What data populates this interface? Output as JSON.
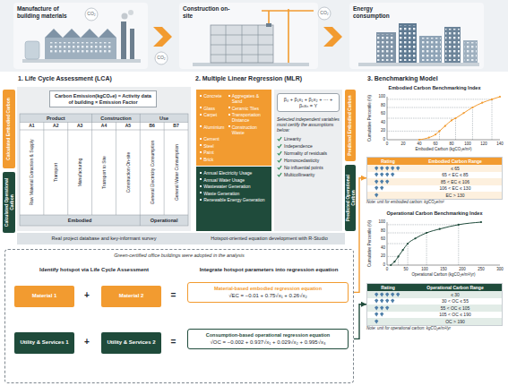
{
  "diagram": {
    "nodes": [
      {
        "text": [
          "Manufacture of building materials"
        ]
      },
      {
        "text": [
          "Construction on-site"
        ]
      },
      {
        "text": [
          "Energy consumption"
        ]
      },
      {
        "text": [
          "Calculated Embodied Carbon"
        ]
      },
      {
        "text": [
          "Calculated Operational Carbon"
        ]
      },
      {
        "text": [
          "Carbon Emission(kgCO₂e) = Activity data of building × Emission Factor"
        ]
      },
      {
        "text": [
          "Concrete",
          "Glass",
          "Carpet",
          "Aluminium",
          "Cement",
          "Steel",
          "Paint",
          "Brick",
          "Aggregates & Sand",
          "Ceramic Tiles",
          "Transportation Distance",
          "Construction Waste"
        ]
      },
      {
        "text": [
          "Annual Electricity Usage",
          "Annual Water Usage",
          "Wastewater Generation",
          "Waste Generation",
          "Renewable Energy Generation"
        ]
      },
      {
        "text": [
          "β₀ + β₁x₁ + β₂x₂ + ⋯ + βₙxₙ = Y",
          "Selected independent variables must certify the assumptions below:",
          "Linearity",
          "Independence",
          "Normality of residuals",
          "Homoscedasticity",
          "No influential points",
          "Multicollinearity"
        ]
      },
      {
        "text": [
          "Predicted Embodied Carbon"
        ]
      },
      {
        "text": [
          "Predicted Operational Carbon"
        ]
      },
      {
        "text": [
          "Embodied Carbon Benchmarking Index"
        ]
      },
      {
        "text": [
          "Rating",
          "Embodied Carbon Range",
          "≤ 65",
          "65 < EC ≤ 85",
          "85 < EC ≤ 106",
          "106 < EC ≤ 130",
          "EC > 130"
        ]
      },
      {
        "text": [
          "Operational Carbon Benchmarking Index"
        ]
      },
      {
        "text": [
          "Rating",
          "Operational Carbon Range",
          "≤ 30",
          "30 < OC ≤ 55",
          "55 < OC ≤ 105",
          "105 < OC ≤ 190",
          "OC > 190"
        ]
      },
      {
        "text": [
          "Green-certified office buildings were adopted in the analysis"
        ]
      },
      {
        "text": [
          "Material 1"
        ],
        "in": 15
      },
      {
        "text": [
          "Material 2"
        ],
        "in": 15
      },
      {
        "text": [
          "Material-based embodied regression equation",
          "√EC = −0.01 + 0.75√x₁ + 0.26√x₂"
        ],
        "in": 15
      },
      {
        "text": [
          "Utility & Services 1"
        ],
        "in": 15
      },
      {
        "text": [
          "Utility & Services 2"
        ],
        "in": 15
      },
      {
        "text": [
          "Consumption-based operational regression equation",
          "√OC = −0.002 + 0.937√x₁ + 0.029√x₂ + 0.995√x₃"
        ],
        "in": 15
      }
    ],
    "edges": [
      {
        "from": 18,
        "to": 12,
        "arrow": "to"
      },
      {
        "from": 21,
        "to": 14,
        "arrow": "to"
      }
    ],
    "labels": [
      "1. Life Cycle Assessment (LCA)",
      "2. Multiple Linear Regression (MLR)",
      "3. Benchmarking Model",
      "CO₂",
      "CO₂",
      "CO₂",
      "Product",
      "Construction",
      "Use",
      "A1",
      "A2",
      "A3",
      "A4",
      "A5",
      "B6",
      "B7",
      "Raw Material Extraction & Supply",
      "Transport",
      "Manufacturing",
      "Transport to Site",
      "Construction On-site",
      "General Electricity Consumption",
      "General Water Consumption",
      "Embodied",
      "Operational",
      "Real project database and key-informant survey",
      "Hotspot-oriented equation development with R-Studio",
      "Identify hotspot via Life Cycle Assessment",
      "Integrate hotspot parameters into regression equation",
      "+",
      "=",
      "+",
      "=",
      "Cumulative Percentile (%)",
      "Embodied Carbon (kgCO₂e/m²)",
      "0",
      "20",
      "40",
      "60",
      "80",
      "100",
      "0",
      "20",
      "40",
      "60",
      "80",
      "100",
      "120",
      "140",
      "Note: unit for embodied carbon: kgCO₂e/m²",
      "Cumulative Percentile (%)",
      "Operational Carbon (kgCO₂e/m²/yr)",
      "0",
      "20",
      "40",
      "60",
      "80",
      "100",
      "0",
      "50",
      "100",
      "150",
      "200",
      "250",
      "300",
      "Note: unit for operational carbon: kgCO₂e/m²/yr"
    ]
  }
}
